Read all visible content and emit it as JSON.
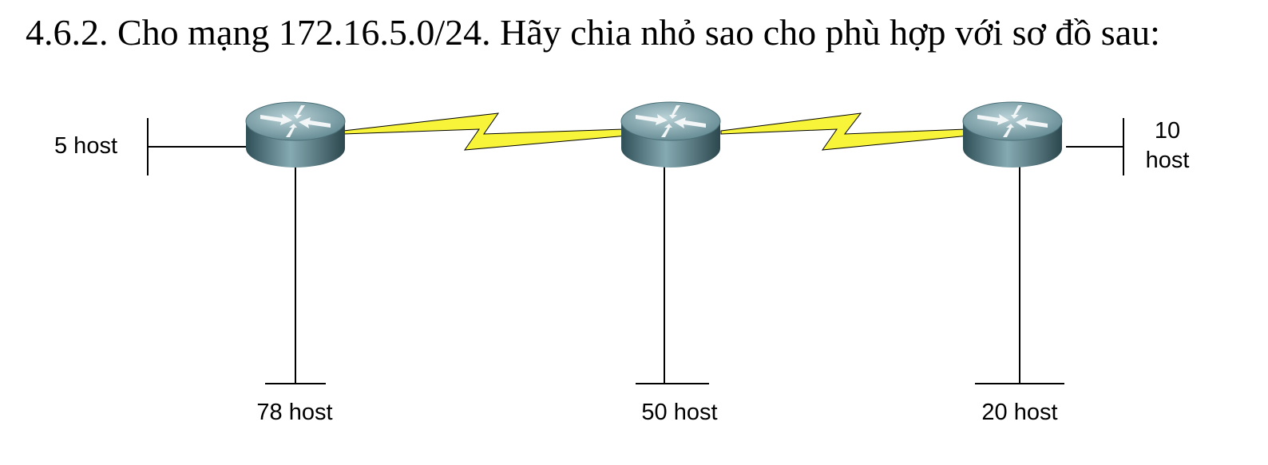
{
  "title": "4.6.2. Cho mạng 172.16.5.0/24. Hãy chia nhỏ sao cho phù hợp với sơ đồ sau:",
  "labels": {
    "left_lan": "5 host",
    "right_lan_line1": "10",
    "right_lan_line2": "host",
    "bottom_left": "78 host",
    "bottom_middle": "50 host",
    "bottom_right": "20 host"
  },
  "colors": {
    "serial_link": "#f7f43a",
    "router_body": "#5e8791"
  },
  "icons": [
    "router-icon",
    "serial-link-icon"
  ]
}
